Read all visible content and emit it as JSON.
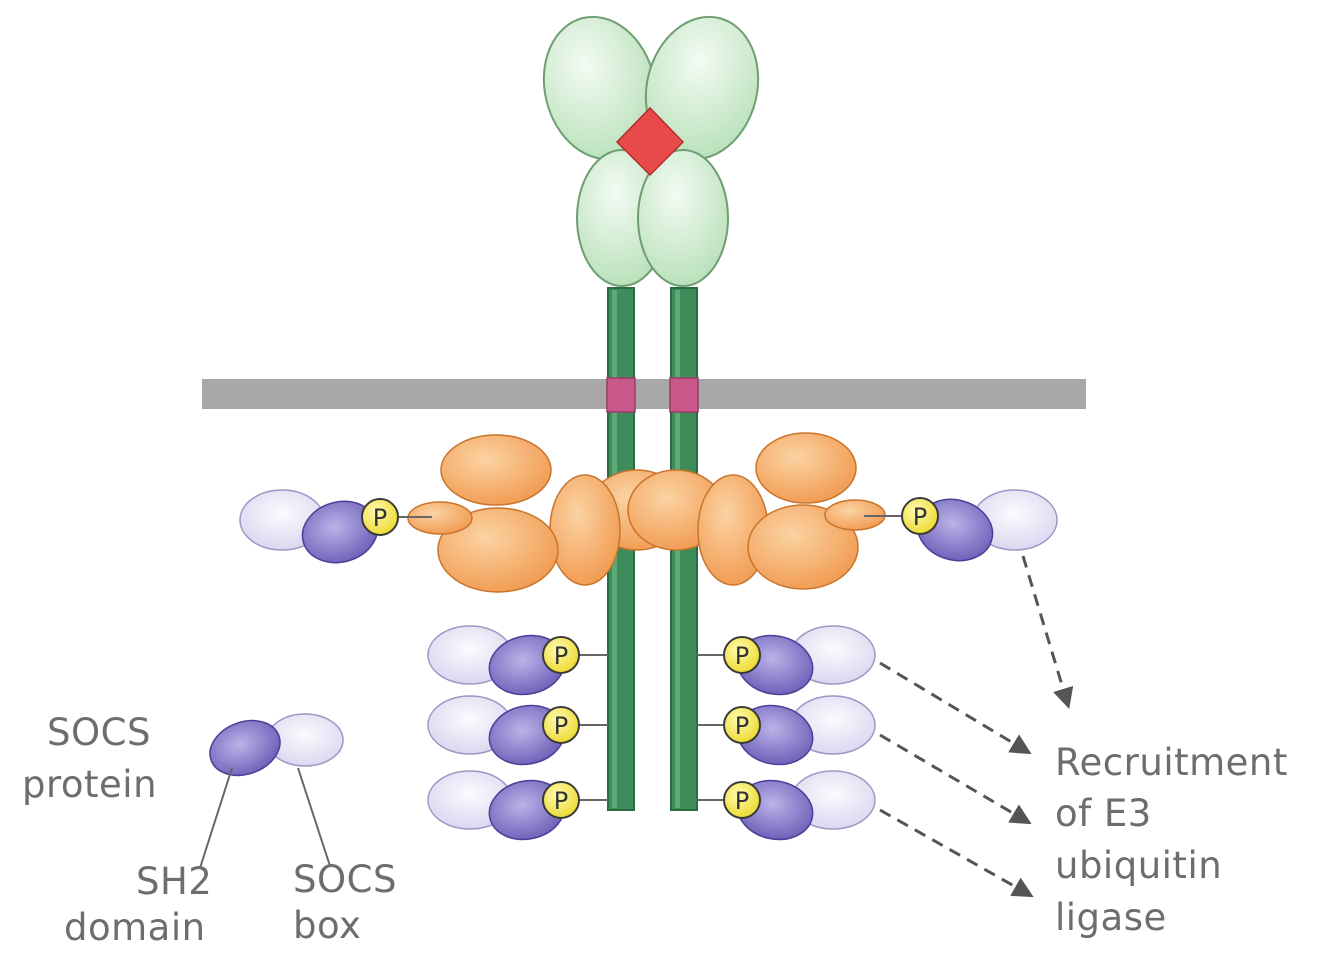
{
  "phospho_symbol": "P",
  "legend": {
    "protein_line1": "SOCS",
    "protein_line2": "protein",
    "sh2_line1": "SH2",
    "sh2_line2": "domain",
    "box_line1": "SOCS",
    "box_line2": "box"
  },
  "outcome": {
    "line1": "Recruitment",
    "line2": "of E3",
    "line3": "ubiquitin",
    "line4": "ligase"
  },
  "colors": {
    "cytokine": "#e84a4a",
    "receptor_domain": "#cfeecf",
    "receptor_stalk": "#3d8c59",
    "membrane": "#a8a8a8",
    "transmembrane": "#c8578a",
    "jak": "#f4a862",
    "sh2_domain": "#7b6cc4",
    "socs_box": "#e4e2f4",
    "phosphate": "#f6e64a",
    "arrow": "#555555"
  }
}
